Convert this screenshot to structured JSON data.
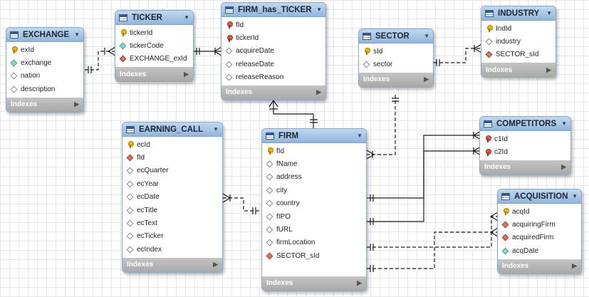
{
  "tables": {
    "exchange": {
      "name": "EXCHANGE",
      "footer": "Indexes",
      "fields": [
        {
          "name": "exId",
          "icon": "primary-key-icon"
        },
        {
          "name": "exchange",
          "icon": "not-null-column-icon"
        },
        {
          "name": "nation",
          "icon": "nullable-column-icon"
        },
        {
          "name": "description",
          "icon": "nullable-column-icon"
        }
      ]
    },
    "ticker": {
      "name": "TICKER",
      "footer": "Indexes",
      "fields": [
        {
          "name": "tickerId",
          "icon": "primary-key-icon"
        },
        {
          "name": "tickerCode",
          "icon": "not-null-column-icon"
        },
        {
          "name": "EXCHANGE_exId",
          "icon": "foreign-key-column-icon"
        }
      ]
    },
    "firm_has_ticker": {
      "name": "FIRM_has_TICKER",
      "footer": "Indexes",
      "fields": [
        {
          "name": "fId",
          "icon": "primary-foreign-key-icon"
        },
        {
          "name": "tickerId",
          "icon": "primary-foreign-key-icon"
        },
        {
          "name": "acquireDate",
          "icon": "nullable-column-icon"
        },
        {
          "name": "releaseDate",
          "icon": "nullable-column-icon"
        },
        {
          "name": "releaseReason",
          "icon": "nullable-column-icon"
        }
      ]
    },
    "sector": {
      "name": "SECTOR",
      "footer": "Indexes",
      "fields": [
        {
          "name": "sId",
          "icon": "primary-key-icon"
        },
        {
          "name": "sector",
          "icon": "nullable-column-icon"
        }
      ]
    },
    "industry": {
      "name": "INDUSTRY",
      "footer": "Indexes",
      "fields": [
        {
          "name": "IndId",
          "icon": "primary-key-icon"
        },
        {
          "name": "industry",
          "icon": "nullable-column-icon"
        },
        {
          "name": "SECTOR_sId",
          "icon": "foreign-key-column-icon"
        }
      ]
    },
    "earning_call": {
      "name": "EARNING_CALL",
      "footer": "Indexes",
      "fields": [
        {
          "name": "ecId",
          "icon": "primary-key-icon"
        },
        {
          "name": "fId",
          "icon": "foreign-key-column-icon"
        },
        {
          "name": "ecQuarter",
          "icon": "nullable-column-icon"
        },
        {
          "name": "ecYear",
          "icon": "nullable-column-icon"
        },
        {
          "name": "ecDate",
          "icon": "nullable-column-icon"
        },
        {
          "name": "ecTitle",
          "icon": "nullable-column-icon"
        },
        {
          "name": "ecText",
          "icon": "nullable-column-icon"
        },
        {
          "name": "ecTicker",
          "icon": "nullable-column-icon"
        },
        {
          "name": "ecIndex",
          "icon": "nullable-column-icon"
        }
      ]
    },
    "firm": {
      "name": "FIRM",
      "footer": "Indexes",
      "fields": [
        {
          "name": "fId",
          "icon": "primary-key-icon"
        },
        {
          "name": "fName",
          "icon": "nullable-column-icon"
        },
        {
          "name": "address",
          "icon": "nullable-column-icon"
        },
        {
          "name": "city",
          "icon": "nullable-column-icon"
        },
        {
          "name": "country",
          "icon": "nullable-column-icon"
        },
        {
          "name": "fIPO",
          "icon": "nullable-column-icon"
        },
        {
          "name": "fURL",
          "icon": "nullable-column-icon"
        },
        {
          "name": "firmLocation",
          "icon": "nullable-column-icon"
        },
        {
          "name": "SECTOR_sId",
          "icon": "foreign-key-column-icon"
        }
      ]
    },
    "competitors": {
      "name": "COMPETITORS",
      "footer": "Indexes",
      "fields": [
        {
          "name": "c1Id",
          "icon": "primary-foreign-key-icon"
        },
        {
          "name": "c2Id",
          "icon": "primary-foreign-key-icon"
        }
      ]
    },
    "acquisition": {
      "name": "ACQUISITION",
      "footer": "Indexes",
      "fields": [
        {
          "name": "acqId",
          "icon": "primary-key-icon"
        },
        {
          "name": "acquiringFirm",
          "icon": "foreign-key-column-icon"
        },
        {
          "name": "acquiredFirm",
          "icon": "foreign-key-column-icon"
        },
        {
          "name": "acqDate",
          "icon": "not-null-column-icon"
        }
      ]
    }
  },
  "colors": {
    "header": "#a9c6e8",
    "footer": "#b3b3b3",
    "connector": "#1a1a1a",
    "grid": "#e6e6e6"
  }
}
